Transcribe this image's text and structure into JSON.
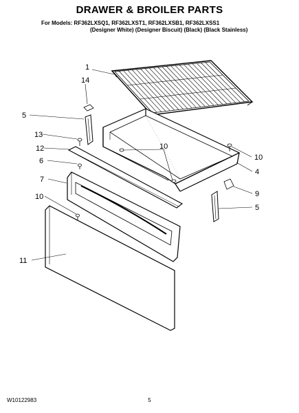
{
  "header": {
    "title": "DRAWER & BROILER PARTS",
    "models_line": "For Models: RF362LXSQ1, RF362LXST1, RF362LXSB1, RF362LXSS1",
    "variants_line": "(Designer White) (Designer Biscuit) (Black) (Black Stainless)"
  },
  "callouts": {
    "c1": "1",
    "c14": "14",
    "c5a": "5",
    "c13": "13",
    "c12": "12",
    "c6": "6",
    "c7": "7",
    "c10a": "10",
    "c10b": "10",
    "c10c": "10",
    "c4": "4",
    "c9": "9",
    "c5b": "5",
    "c11": "11"
  },
  "footer": {
    "doc_number": "W10122983",
    "page": "5"
  }
}
